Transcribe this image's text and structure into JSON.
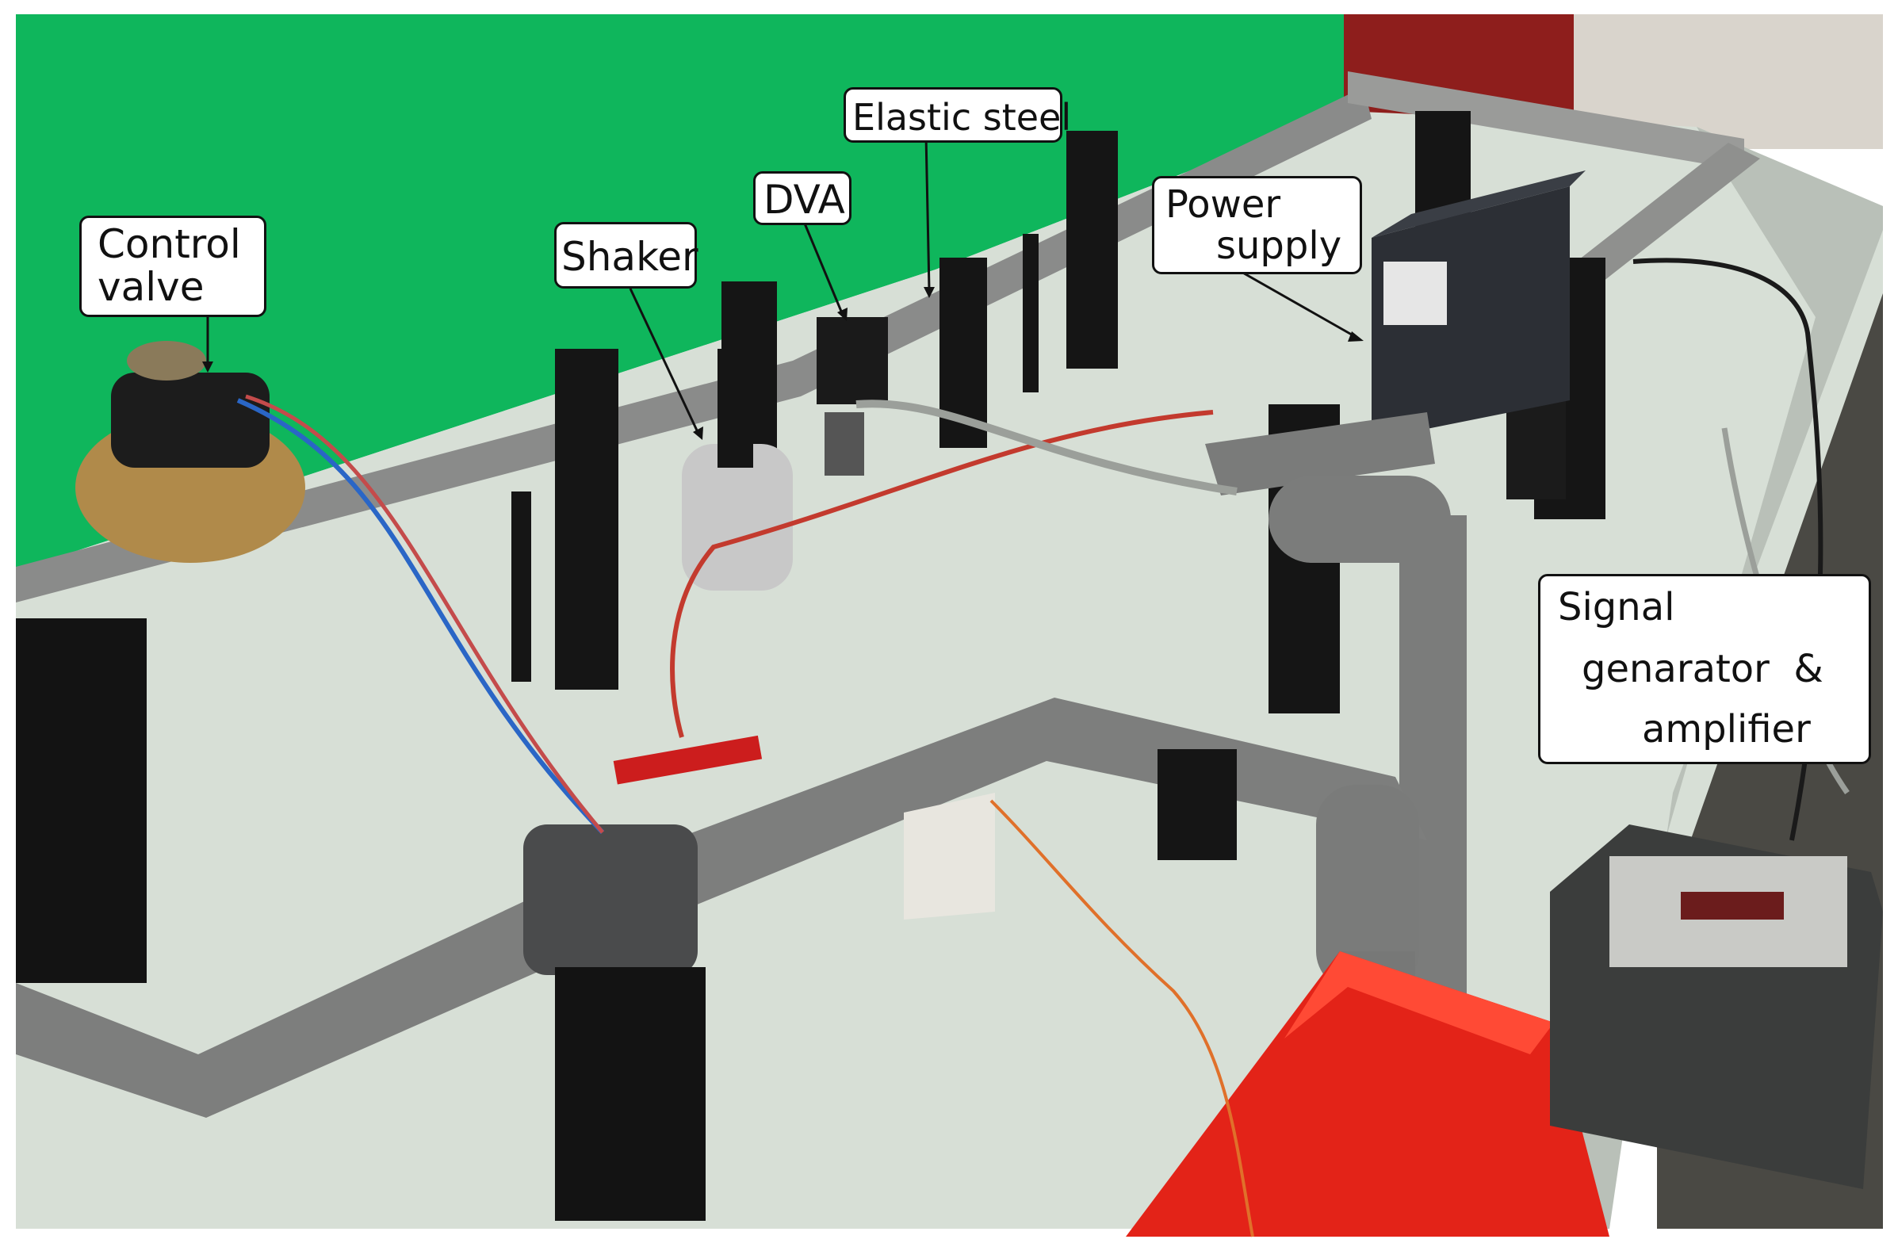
{
  "figure": {
    "labels": {
      "control_valve": [
        "Control",
        "valve"
      ],
      "shaker": "Shaker",
      "dva": "DVA",
      "elastic_steel": "Elastic steel",
      "power_supply": [
        "Power",
        "supply"
      ],
      "signal_generator": [
        "Signal",
        "genarator  &",
        "amplifier"
      ]
    }
  }
}
